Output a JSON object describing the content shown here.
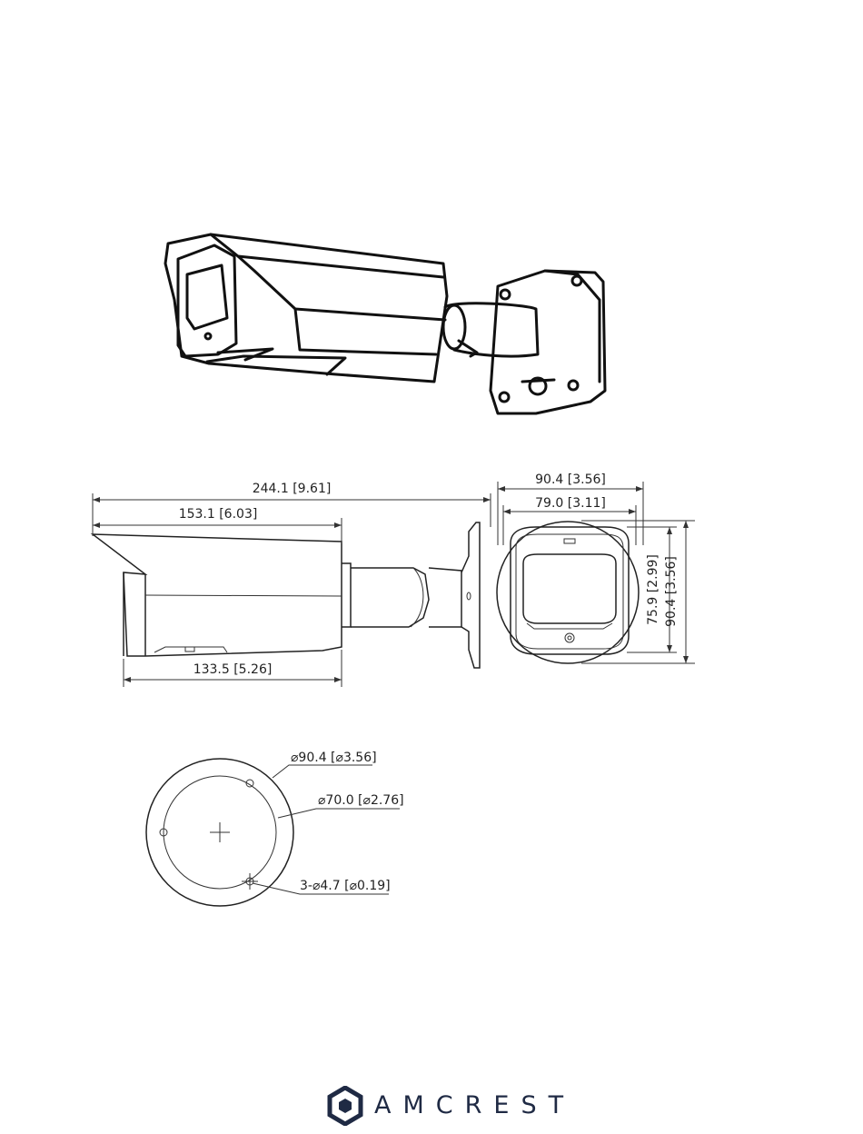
{
  "side_view": {
    "overall_length": "244.1 [9.61]",
    "hood_length": "153.1 [6.03]",
    "body_length": "133.5 [5.26]"
  },
  "front_view": {
    "outer_width": "90.4 [3.56]",
    "inner_width": "79.0 [3.11]",
    "inner_height": "75.9 [2.99]",
    "outer_height": "90.4 [3.56]"
  },
  "base_view": {
    "outer_diameter": "⌀90.4 [⌀3.56]",
    "hole_circle_diameter": "⌀70.0 [⌀2.76]",
    "holes": "3-⌀4.7 [⌀0.19]"
  },
  "brand": {
    "name": "AMCREST",
    "colors": {
      "logo": "#1f2a44"
    }
  }
}
